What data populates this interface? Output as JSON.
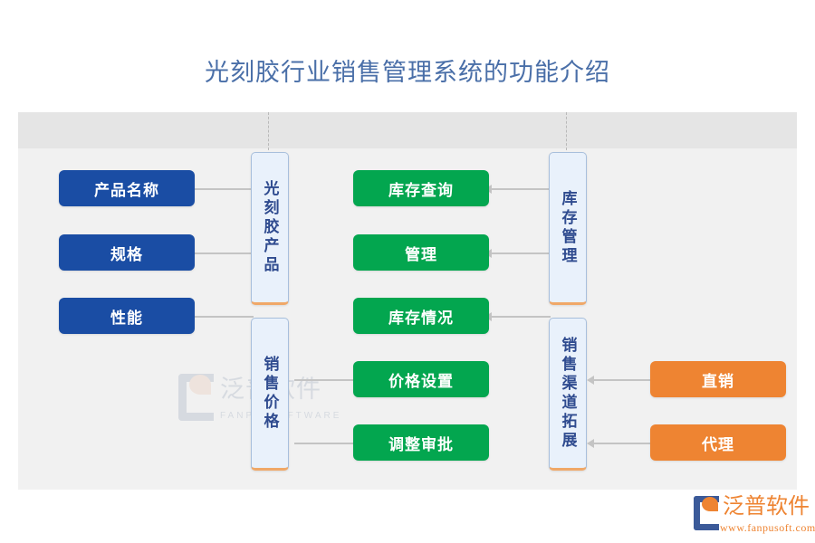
{
  "page": {
    "title": "光刻胶行业销售管理系统的功能介绍"
  },
  "theme": {
    "page_background": "#ffffff",
    "panel_background": "#f1f1f1",
    "panel_header_background": "#e5e5e5",
    "title_color": "#4a6fa8",
    "blue_box": "#1a4da4",
    "green_box": "#03a64f",
    "orange_box": "#ee8432",
    "trunk_fill": "#e9f1fb",
    "trunk_border": "#a8bfdc",
    "trunk_accent": "#f0a868",
    "connector_color": "#c4c4c4",
    "brand_orange": "#ee8432",
    "brand_blue": "#3b5a99"
  },
  "diagram": {
    "trunks": [
      {
        "id": "trunk-photoresist-product",
        "label": "光刻胶产品"
      },
      {
        "id": "trunk-sales-price",
        "label": "销售价格"
      },
      {
        "id": "trunk-inventory-management",
        "label": "库存管理"
      },
      {
        "id": "trunk-channel-expansion",
        "label": "销售渠道拓展"
      }
    ],
    "leaves": {
      "product_attributes": [
        {
          "id": "leaf-product-name",
          "label": "产品名称"
        },
        {
          "id": "leaf-specification",
          "label": "规格"
        },
        {
          "id": "leaf-performance",
          "label": "性能"
        }
      ],
      "inventory_functions": [
        {
          "id": "leaf-inventory-query",
          "label": "库存查询"
        },
        {
          "id": "leaf-management",
          "label": "管理"
        },
        {
          "id": "leaf-inventory-status",
          "label": "库存情况"
        }
      ],
      "price_functions": [
        {
          "id": "leaf-price-setting",
          "label": "价格设置"
        },
        {
          "id": "leaf-adjust-approval",
          "label": "调整审批"
        }
      ],
      "channel_types": [
        {
          "id": "leaf-direct-sales",
          "label": "直销"
        },
        {
          "id": "leaf-agent",
          "label": "代理"
        }
      ]
    }
  },
  "watermark": {
    "brand_cn": "泛普软件",
    "brand_en": "FANPU SOFTWARE"
  },
  "logo": {
    "brand_cn": "泛普软件",
    "url": "www.fanpusoft.com"
  }
}
